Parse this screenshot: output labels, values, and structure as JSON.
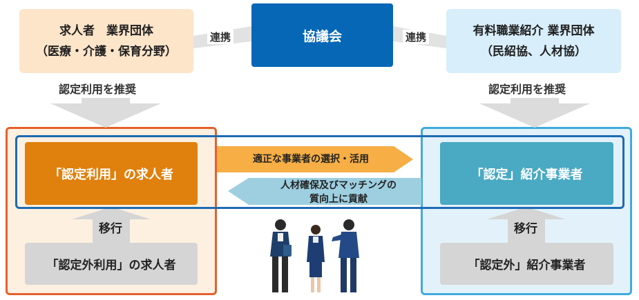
{
  "top_left": {
    "line1": "求人者　業界団体",
    "line2": "（医療・介護・保育分野）"
  },
  "council": "協議会",
  "top_right": {
    "line1": "有料職業紹介 業界団体",
    "line2": "（民紹協、人材協）"
  },
  "link_label_left": "連携",
  "link_label_right": "連携",
  "recommend_left": "認定利用を推奨",
  "recommend_right": "認定利用を推奨",
  "certified_employer": "「認定利用」の求人者",
  "certified_agency": "「認定」紹介事業者",
  "arrow_right_text": "適正な事業者の選択・活用",
  "arrow_left_text": {
    "line1": "人材確保及びマッチングの",
    "line2": "質向上に貢献"
  },
  "shift_left": "移行",
  "shift_right": "移行",
  "noncertified_employer": "「認定外利用」の求人者",
  "noncertified_agency": "「認定外」紹介事業者",
  "colors": {
    "orange": "#e0800d",
    "teal": "#4aa9c3",
    "navy": "#0567b6",
    "arrow_right": "#f6ae45",
    "arrow_left": "#9dcfe0",
    "grey": "#d5d5d5"
  }
}
